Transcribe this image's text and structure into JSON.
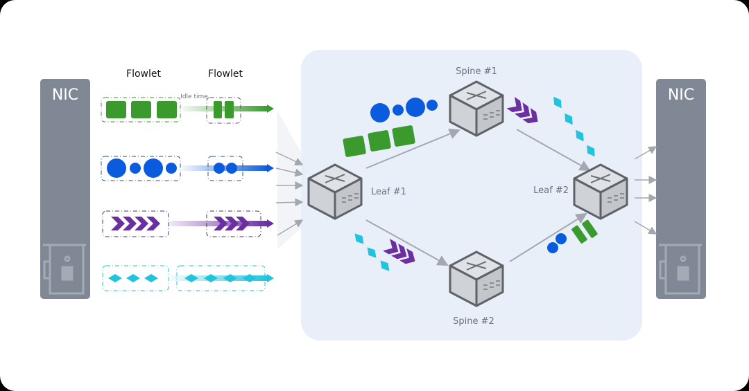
{
  "headers": {
    "flowlet_1": "Flowlet",
    "flowlet_2": "Flowlet",
    "idle_time": "Idle time"
  },
  "nics": {
    "left": "NIC",
    "right": "NIC"
  },
  "switches": {
    "leaf1": "Leaf #1",
    "leaf2": "Leaf #2",
    "spine1": "Spine #1",
    "spine2": "Spine #2"
  },
  "colors": {
    "green": "#3a9a2e",
    "blue": "#0b5bde",
    "purple": "#6b2fa0",
    "cyan": "#22c3dd",
    "nic": "#808896",
    "fabric": "#e8eff8",
    "link": "#a3a8b0"
  },
  "icons": [
    "switch-icon",
    "nic-card-icon"
  ]
}
